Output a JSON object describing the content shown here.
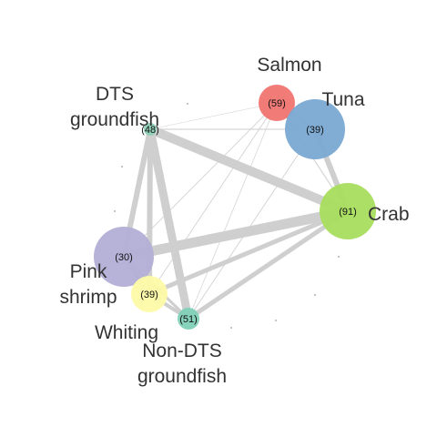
{
  "nodes": [
    {
      "id": "salmon",
      "name_lines": [
        "Salmon"
      ],
      "count": "(59)",
      "color": "#f07470"
    },
    {
      "id": "tuna",
      "name_lines": [
        "Tuna"
      ],
      "count": "(39)",
      "color": "#7aa9d3"
    },
    {
      "id": "crab",
      "name_lines": [
        "Crab"
      ],
      "count": "(91)",
      "color": "#a8dd5e"
    },
    {
      "id": "dts",
      "name_lines": [
        "DTS",
        "groundfish"
      ],
      "count": "(48)",
      "color": "#8fd0b8"
    },
    {
      "id": "pink",
      "name_lines": [
        "Pink",
        "shrimp"
      ],
      "count": "(30)",
      "color": "#b3aed6"
    },
    {
      "id": "whiting",
      "name_lines": [
        "Whiting"
      ],
      "count": "(39)",
      "color": "#fdfba6"
    },
    {
      "id": "nondts",
      "name_lines": [
        "Non-DTS",
        "groundfish"
      ],
      "count": "(51)",
      "color": "#7fd0b6"
    }
  ],
  "edges": [
    {
      "source": "dts",
      "target": "crab",
      "weight": 10
    },
    {
      "source": "dts",
      "target": "pink",
      "weight": 6
    },
    {
      "source": "dts",
      "target": "whiting",
      "weight": 6
    },
    {
      "source": "dts",
      "target": "nondts",
      "weight": 9
    },
    {
      "source": "dts",
      "target": "tuna",
      "weight": 1.2
    },
    {
      "source": "dts",
      "target": "salmon",
      "weight": 0.6
    },
    {
      "source": "crab",
      "target": "tuna",
      "weight": 6
    },
    {
      "source": "crab",
      "target": "pink",
      "weight": 11
    },
    {
      "source": "crab",
      "target": "whiting",
      "weight": 5
    },
    {
      "source": "crab",
      "target": "nondts",
      "weight": 5
    },
    {
      "source": "crab",
      "target": "salmon",
      "weight": 1.2
    },
    {
      "source": "pink",
      "target": "whiting",
      "weight": 4
    },
    {
      "source": "pink",
      "target": "nondts",
      "weight": 3
    },
    {
      "source": "pink",
      "target": "salmon",
      "weight": 1
    },
    {
      "source": "whiting",
      "target": "nondts",
      "weight": 4
    },
    {
      "source": "whiting",
      "target": "salmon",
      "weight": 1
    },
    {
      "source": "nondts",
      "target": "salmon",
      "weight": 0.8
    },
    {
      "source": "nondts",
      "target": "tuna",
      "weight": 1
    },
    {
      "source": "salmon",
      "target": "tuna",
      "weight": 1.5
    }
  ]
}
